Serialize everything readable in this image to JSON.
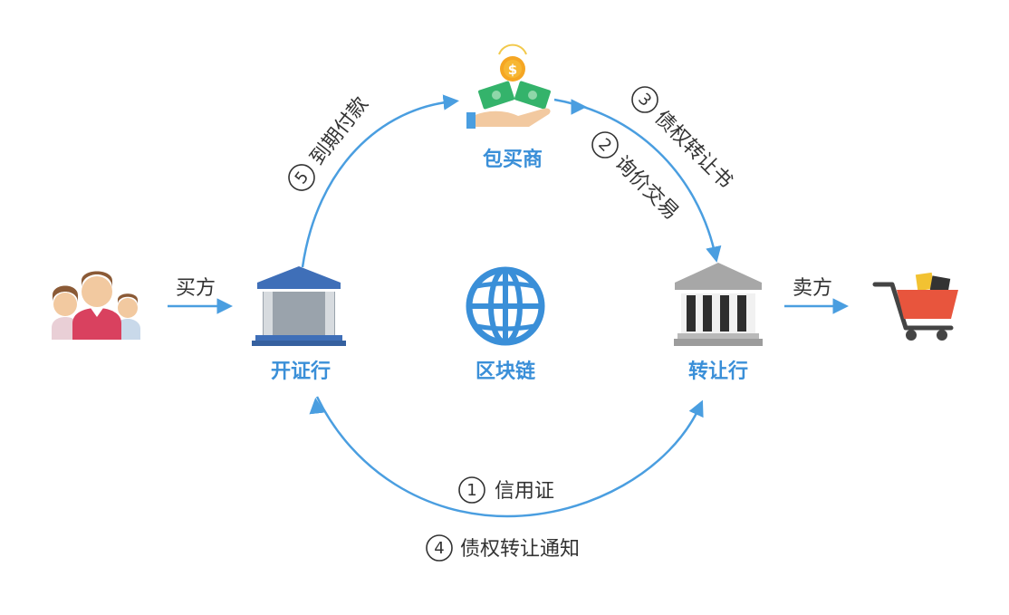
{
  "nodes": {
    "buyer_bank": "开证行",
    "seller_bank": "转让行",
    "forfaiter": "包买商",
    "center": "区块链"
  },
  "parties": {
    "buyer": "买方",
    "seller": "卖方"
  },
  "steps": [
    {
      "num": "1",
      "label": "信用证"
    },
    {
      "num": "2",
      "label": "询价交易"
    },
    {
      "num": "3",
      "label": "债权转让书"
    },
    {
      "num": "4",
      "label": "债权转让通知"
    },
    {
      "num": "5",
      "label": "到期付款"
    }
  ],
  "icons": {
    "buyer": "people-group-icon",
    "seller": "shopping-cart-icon",
    "buyer_bank": "bank-blue-icon",
    "seller_bank": "bank-gray-icon",
    "forfaiter": "money-hand-icon",
    "center": "globe-icon"
  },
  "colors": {
    "accent": "#4a9ee0",
    "label": "#3a8fd8",
    "text": "#333333"
  }
}
